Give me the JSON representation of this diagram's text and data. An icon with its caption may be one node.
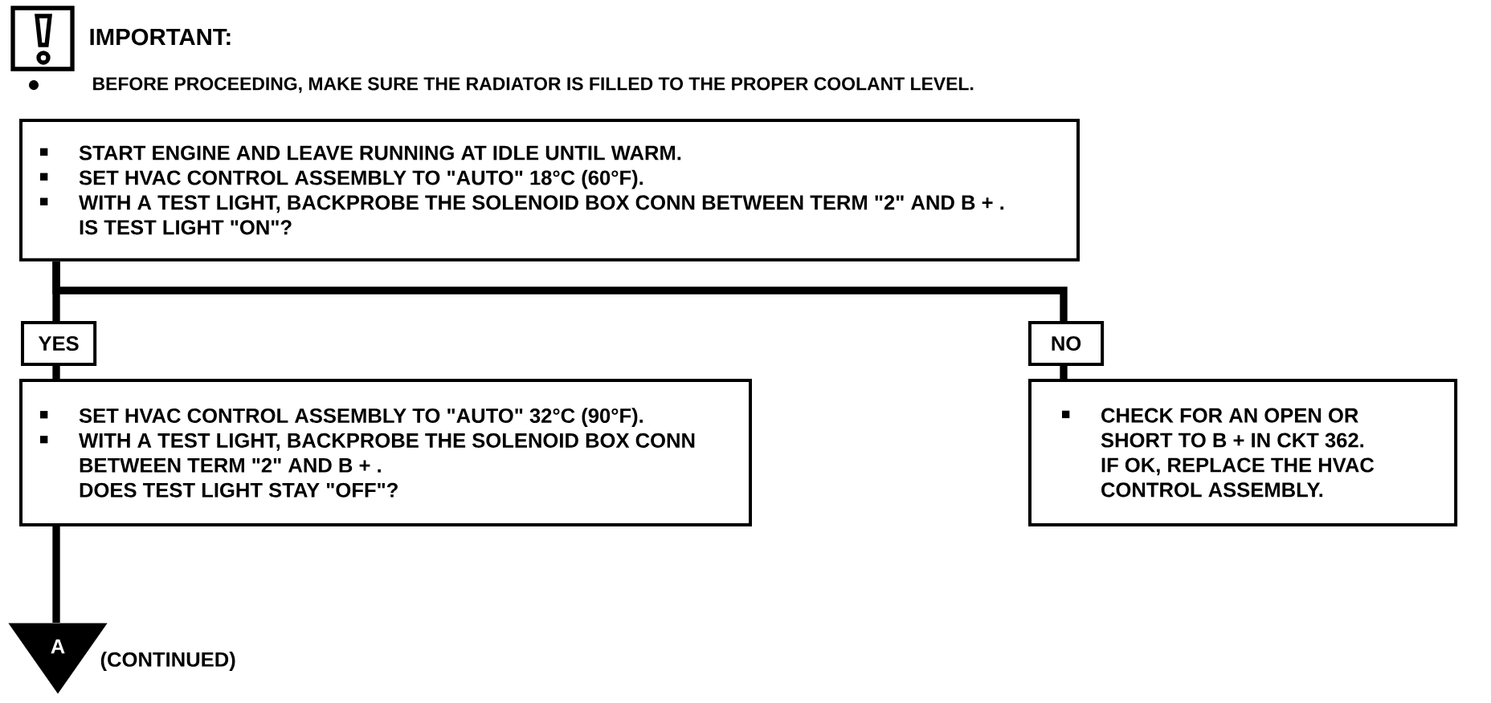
{
  "diagram": {
    "title": "IMPORTANT:",
    "nodes": [
      {
        "text": [
          "START ENGINE AND LEAVE RUNNING AT IDLE UNTIL WARM.",
          "SET HVAC CONTROL ASSEMBLY TO \"AUTO\" 18°C (60°F).",
          "WITH A TEST LIGHT, BACKPROBE THE SOLENOID BOX CONN BETWEEN TERM \"2\" AND B + .",
          "IS TEST LIGHT \"ON\"?"
        ]
      },
      {
        "text": [
          "YES"
        ]
      },
      {
        "text": [
          "NO"
        ]
      },
      {
        "text": [
          "SET HVAC CONTROL ASSEMBLY TO \"AUTO\" 32°C (90°F).",
          "WITH A TEST LIGHT, BACKPROBE THE SOLENOID BOX CONN BETWEEN TERM \"2\" AND B + .",
          "DOES TEST LIGHT STAY \"OFF\"?"
        ]
      },
      {
        "text": [
          "CHECK FOR AN OPEN OR SHORT TO B + IN CKT 362.",
          "IF OK, REPLACE THE HVAC CONTROL ASSEMBLY."
        ]
      },
      {
        "text": [
          "A"
        ],
        "beside": [
          "(CONTINUED)"
        ]
      }
    ],
    "edges": [
      {
        "from": 0,
        "to": 1,
        "arrow": "none"
      },
      {
        "from": 0,
        "to": 2,
        "arrow": "none"
      },
      {
        "from": 1,
        "to": 3,
        "arrow": "none"
      },
      {
        "from": 2,
        "to": 4,
        "arrow": "none"
      },
      {
        "from": 3,
        "to": 5,
        "arrow": "none"
      }
    ],
    "labels": [
      "BEFORE PROCEEDING, MAKE SURE THE RADIATOR IS FILLED TO THE PROPER COOLANT LEVEL."
    ]
  }
}
